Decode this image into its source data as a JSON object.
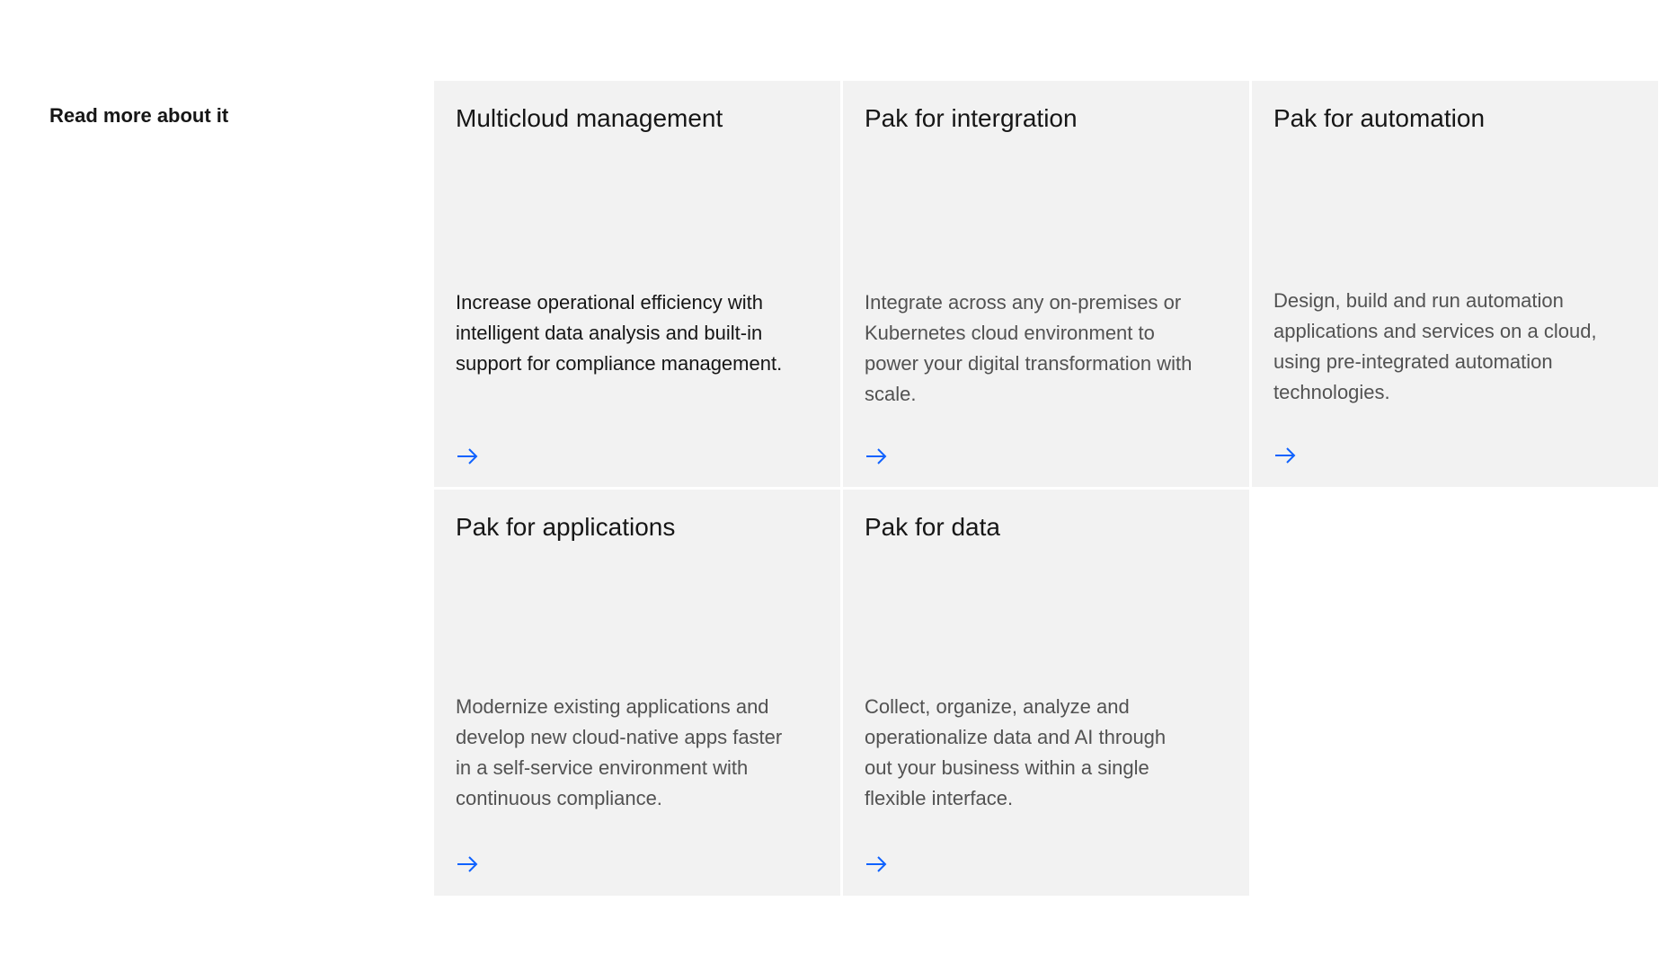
{
  "section": {
    "heading": "Read more about it"
  },
  "cards": [
    {
      "title": "Multicloud management",
      "description": "Increase operational efficiency with intelligent data analysis and built-in support for compliance management.",
      "arrow_icon": "arrow-right-icon"
    },
    {
      "title": "Pak for intergration",
      "description": "Integrate across any on-premises or Kubernetes cloud environment to power your digital transformation with scale.",
      "arrow_icon": "arrow-right-icon"
    },
    {
      "title": "Pak for automation",
      "description": "Design, build and run automation applications and services on a cloud, using pre-integrated automation technologies.",
      "arrow_icon": "arrow-right-icon"
    },
    {
      "title": "Pak for applications",
      "description": "Modernize existing applications and develop new cloud-native apps faster in a self-service environment with continuous compliance.",
      "arrow_icon": "arrow-right-icon"
    },
    {
      "title": "Pak for data",
      "description": "Collect, organize, analyze and operationalize data and AI through out your business within a single flexible interface.",
      "arrow_icon": "arrow-right-icon"
    }
  ],
  "colors": {
    "card_background": "#f2f2f2",
    "link_blue": "#0f62fe",
    "heading_text": "#161616",
    "body_text": "#525252"
  }
}
